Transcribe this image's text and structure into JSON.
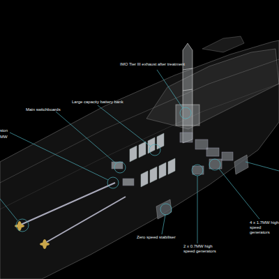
{
  "diagram": {
    "labels": [
      "IMO Tier III exhaust after treatment",
      "Large capacity battery bank",
      "Main switchboards",
      "sion",
      "MW",
      "Zero speed stabiliser",
      "2 x 0.7MW high speed generators",
      "4 x 1.7MW high speed generators"
    ]
  }
}
